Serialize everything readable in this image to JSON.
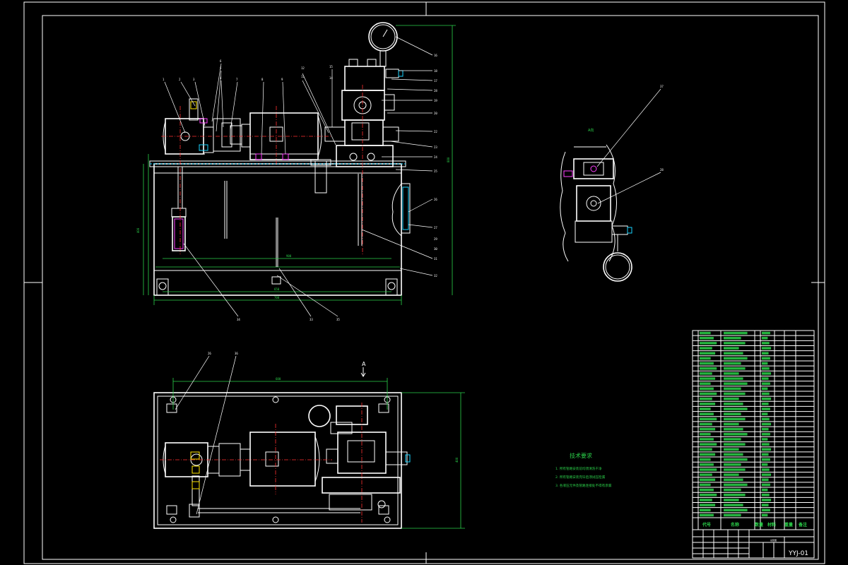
{
  "drawing": {
    "view_label_A": "A向",
    "section_arrow_label": "A",
    "drawing_number": "YYJ-01",
    "title_block_row": "总装图"
  },
  "technical_requirements": {
    "title": "技术要求",
    "items": [
      "1. 所有管路安装前均须清洗干净",
      "2. 所有管路安装完毕后须试压检漏",
      "3. 各液压元件及管路连接处不得有渗漏"
    ]
  },
  "parts_list_header": {
    "col_code": "代号",
    "col_name": "名称",
    "col_qty": "数量",
    "col_material": "材料",
    "col_weight": "重量",
    "col_remark": "备注"
  },
  "colors": {
    "background": "#000000",
    "outline": "#ffffff",
    "dimension": "#2bd24a",
    "centerline": "#ff3030",
    "accent_cyan": "#19d3ff",
    "accent_magenta": "#ff40ff",
    "accent_yellow": "#ffe600"
  }
}
